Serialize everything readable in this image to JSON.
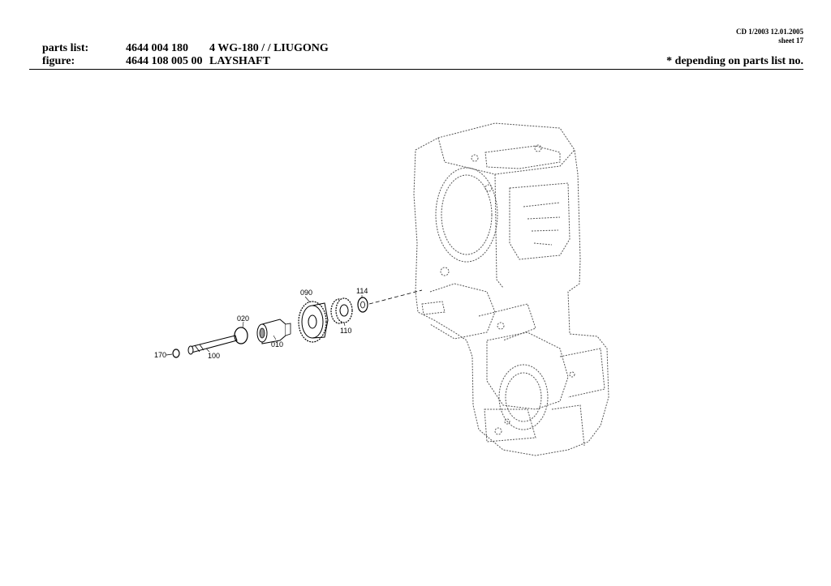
{
  "header": {
    "cd_info": "CD 1/2003 12.01.2005",
    "sheet": "sheet 17",
    "parts_list_label": "parts list:",
    "parts_list_number": "4644 004 180",
    "model": "4 WG-180 /  / LIUGONG",
    "figure_label": "figure:",
    "figure_number": "4644 108 005 00",
    "figure_title": "LAYSHAFT",
    "note": "*  depending on parts list no."
  },
  "callouts": {
    "c090": "090",
    "c114": "114",
    "c020": "020",
    "c110": "110",
    "c010": "010",
    "c170": "170",
    "c100": "100"
  }
}
